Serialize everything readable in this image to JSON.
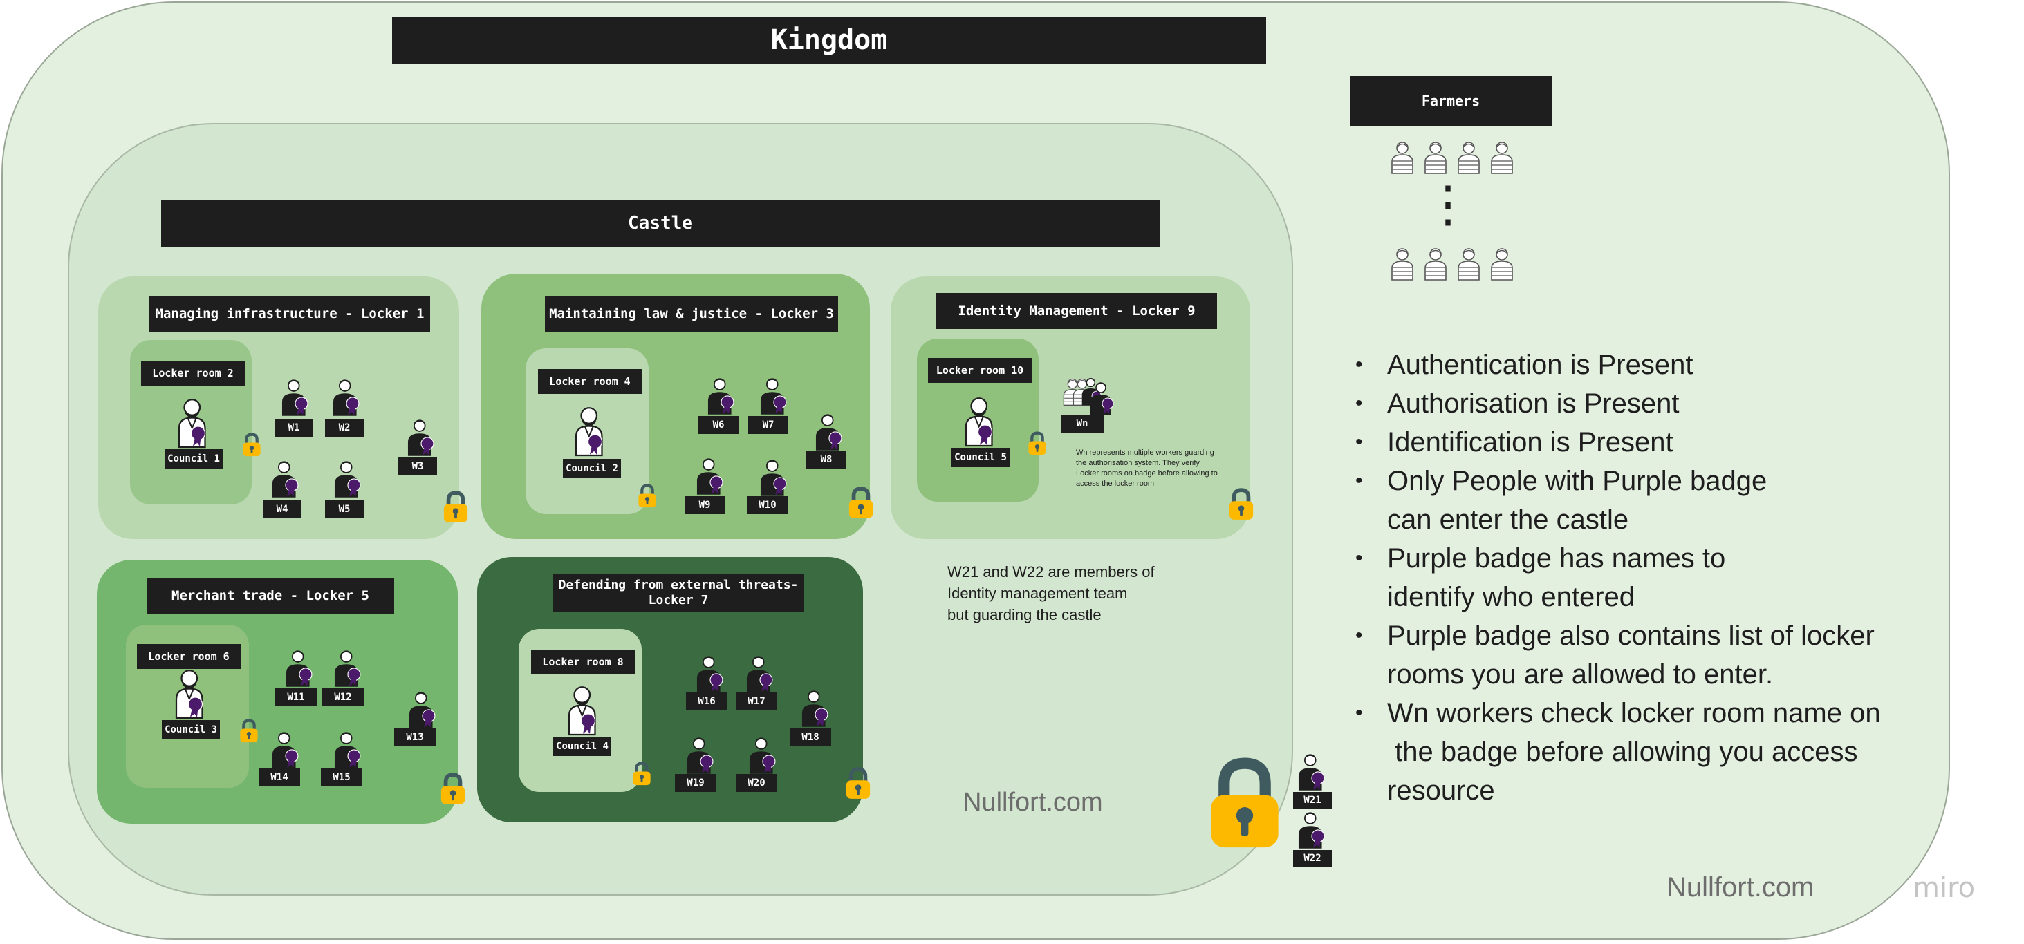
{
  "kingdom": {
    "title": "Kingdom"
  },
  "farmers": {
    "title": "Farmers",
    "dots": "⋮"
  },
  "castle": {
    "title": "Castle"
  },
  "zones": {
    "infrastructure": {
      "title": "Managing infrastructure - Locker 1",
      "room": "Locker room 2",
      "council": "Council 1",
      "workers": [
        "W1",
        "W2",
        "W3",
        "W4",
        "W5"
      ]
    },
    "law": {
      "title": "Maintaining law & justice - Locker 3",
      "room": "Locker room 4",
      "council": "Council 2",
      "workers": [
        "W6",
        "W7",
        "W8",
        "W9",
        "W10"
      ]
    },
    "identity": {
      "title": "Identity Management - Locker 9",
      "room": "Locker room 10",
      "council": "Council 5",
      "workers": [
        "Wn"
      ],
      "note": "Wn represents multiple workers guarding the authorisation system. They verify Locker rooms on badge before allowing to access the locker room"
    },
    "merchant": {
      "title": "Merchant trade - Locker 5",
      "room": "Locker room 6",
      "council": "Council 3",
      "workers": [
        "W11",
        "W12",
        "W13",
        "W14",
        "W15"
      ]
    },
    "defending": {
      "title": "Defending from external threats-\nLocker 7",
      "room": "Locker room 8",
      "council": "Council 4",
      "workers": [
        "W16",
        "W17",
        "W18",
        "W19",
        "W20"
      ]
    }
  },
  "guards": {
    "note": "W21 and W22 are members of\nIdentity management team\nbut guarding the castle",
    "workers": [
      "W21",
      "W22"
    ]
  },
  "bullets": [
    "Authentication is Present",
    "Authorisation is Present",
    "Identification is Present",
    "Only People with Purple badge\ncan enter the castle",
    "Purple badge has names to\nidentify who entered",
    "Purple badge also contains list of locker\nrooms you are allowed to enter.",
    "Wn workers check locker room name on\n the badge before allowing you access\nresource"
  ],
  "watermark_castle": "Nullfort.com",
  "watermark_kingdom": "Nullfort.com",
  "miro_logo": "miro",
  "icons": {
    "person": "person-with-badge-icon",
    "council": "council-person-icon",
    "farmer": "farmer-icon",
    "lock": "padlock-icon"
  },
  "colors": {
    "kingdom_bg": "#e3efdf",
    "castle_bg": "#d3e6cf",
    "label_bg": "#1e1e1e",
    "zone_light": "#b9d8b0",
    "zone_mid": "#8fc17d",
    "zone_green": "#74b66d",
    "zone_dark": "#3b6b40",
    "badge_purple": "#4b1a6b",
    "lock_yellow": "#fcb900",
    "lock_shackle": "#3f5b5f"
  }
}
